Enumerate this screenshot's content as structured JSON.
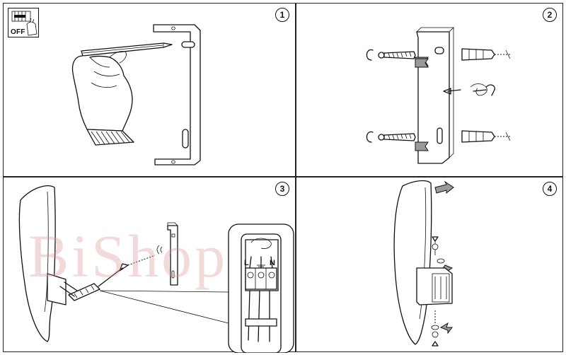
{
  "steps": [
    {
      "number": "1"
    },
    {
      "number": "2"
    },
    {
      "number": "3"
    },
    {
      "number": "4"
    }
  ],
  "power_icon": {
    "label": "OFF",
    "icon": "circuit-breaker-off-icon"
  },
  "wiring": {
    "live": "L",
    "neutral": "N",
    "earth_icon": "earth-ground-icon"
  },
  "watermark": "BiShop"
}
